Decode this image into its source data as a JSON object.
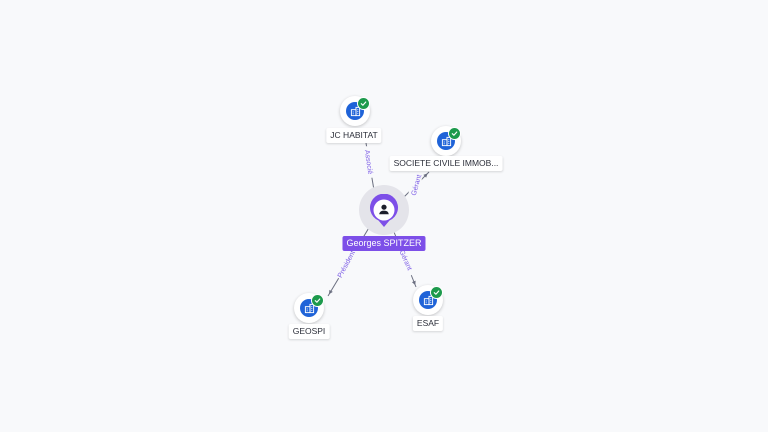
{
  "center": {
    "name": "Georges SPITZER",
    "icon": "person-icon"
  },
  "companies": [
    {
      "id": "jc-habitat",
      "label": "JC HABITAT",
      "relation": "Associé",
      "icon": "building-icon",
      "verified": true
    },
    {
      "id": "societe-civile",
      "label": "SOCIETE CIVILE IMMOB...",
      "relation": "Gérant",
      "icon": "building-icon",
      "verified": true
    },
    {
      "id": "geospi",
      "label": "GEOSPI",
      "relation": "Président",
      "icon": "building-icon",
      "verified": true
    },
    {
      "id": "esaf",
      "label": "ESAF",
      "relation": "Gérant",
      "icon": "building-icon",
      "verified": true
    }
  ],
  "colors": {
    "accent": "#7d4fe8",
    "company": "#1f63d8",
    "verified": "#1d9a4c",
    "edge_label": "#7c5ce6"
  }
}
